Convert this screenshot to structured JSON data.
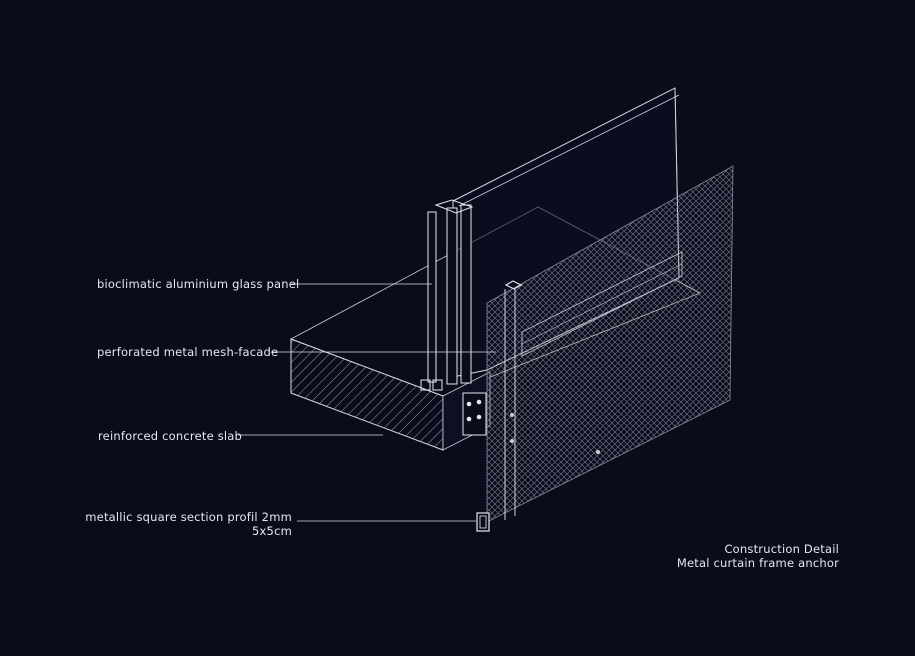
{
  "callouts": {
    "glass_panel": "bioclimatic aluminium glass panel",
    "mesh_facade": "perforated metal mesh-facade",
    "concrete_slab": "reinforced concrete slab",
    "profile_line1": "metallic square section profil 2mm",
    "profile_line2": "5x5cm"
  },
  "caption": {
    "title": "Construction Detail",
    "subtitle": "Metal curtain frame anchor"
  },
  "colors": {
    "background": "#0a0c1b",
    "linework": "#e6e8ef",
    "mesh": "#8a8f9e"
  }
}
